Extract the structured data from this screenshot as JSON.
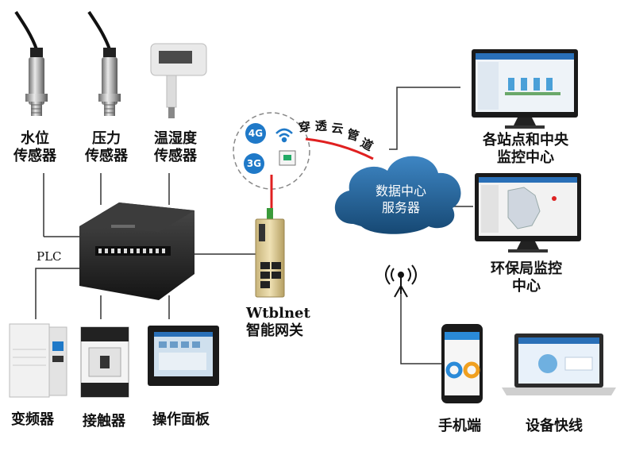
{
  "sensors": {
    "water_level": [
      "水位",
      "传感器"
    ],
    "pressure": [
      "压力",
      "传感器"
    ],
    "temp_humidity": [
      "温湿度",
      "传感器"
    ]
  },
  "plc_label": "PLC",
  "devices": {
    "inverter": "变频器",
    "contactor": "接触器",
    "operation_panel": "操作面板"
  },
  "gateway": [
    "Wtblnet",
    "智能网关"
  ],
  "network_badges": [
    "4G",
    "3G"
  ],
  "cloud_pipe_chars": [
    "穿",
    "透",
    "云",
    "管",
    "道"
  ],
  "data_center": [
    "数据中心",
    "服务器"
  ],
  "monitor_stations": [
    "各站点和中央",
    "监控中心"
  ],
  "monitor_env": [
    "环保局监控",
    "中心"
  ],
  "mobile": "手机端",
  "device_online": "设备快线",
  "colors": {
    "cloud": "#1f5e93",
    "link_red": "#e02020",
    "line": "#333333"
  }
}
